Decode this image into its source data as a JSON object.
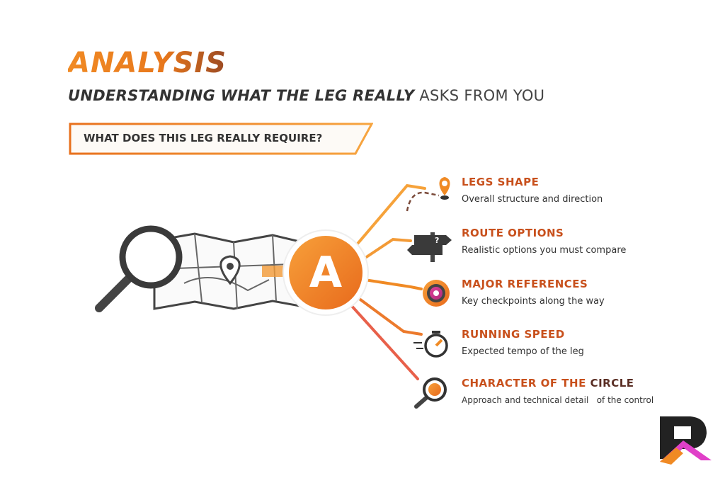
{
  "header": {
    "title": "ANALYSIS",
    "subtitle_bold": "UNDERSTANDING WHAT THE LEG REALLY",
    "subtitle_light": "ASKS FROM YOU"
  },
  "banner": {
    "question": "WHAT DOES THIS LEG REALLY REQUIRE?"
  },
  "hub": {
    "letter": "A"
  },
  "items": [
    {
      "title": "LEGS SHAPE",
      "desc": "Overall structure and direction",
      "icon": "map-pin-path-icon"
    },
    {
      "title": "ROUTE OPTIONS",
      "desc": "Realistic options you must compare",
      "icon": "signpost-icon"
    },
    {
      "title": "MAJOR REFERENCES",
      "desc": "Key checkpoints along the way",
      "icon": "target-icon"
    },
    {
      "title": "RUNNING SPEED",
      "desc": "Expected tempo of the leg",
      "icon": "stopwatch-icon"
    },
    {
      "title_a": "CHARACTER OF THE",
      "title_b": "CIRCLE",
      "desc": "Approach and technical detail   of the control",
      "icon": "magnifier-circle-icon"
    }
  ],
  "colors": {
    "accent": "#f08a24",
    "title_red": "#c8501c",
    "dark": "#333333",
    "magenta": "#d63fa0"
  }
}
